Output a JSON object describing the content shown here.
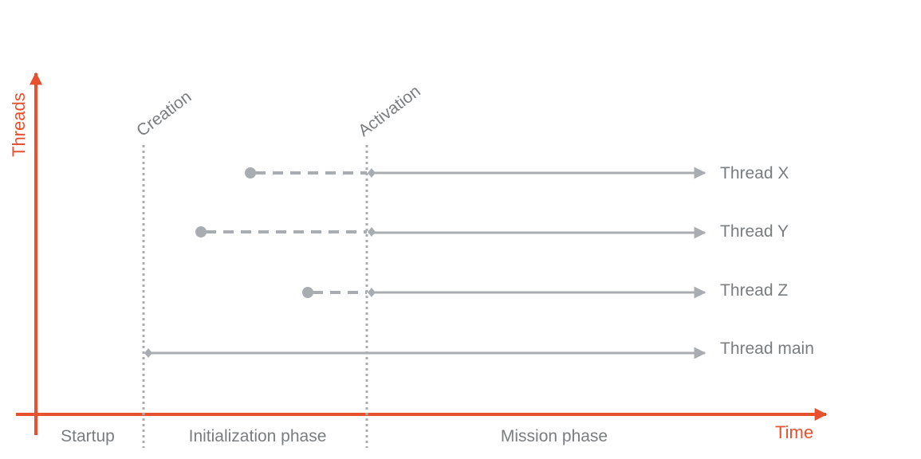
{
  "axes": {
    "y_label": "Threads",
    "x_label": "Time",
    "color": "#e8512f"
  },
  "markers": [
    {
      "id": "creation",
      "label": "Creation"
    },
    {
      "id": "activation",
      "label": "Activation"
    }
  ],
  "phases": [
    {
      "id": "startup",
      "label": "Startup"
    },
    {
      "id": "initialization",
      "label": "Initialization phase"
    },
    {
      "id": "mission",
      "label": "Mission phase"
    }
  ],
  "threads": [
    {
      "id": "x",
      "label": "Thread X",
      "created": true
    },
    {
      "id": "y",
      "label": "Thread Y",
      "created": true
    },
    {
      "id": "z",
      "label": "Thread Z",
      "created": true
    },
    {
      "id": "main",
      "label": "Thread main",
      "created": false
    }
  ],
  "colors": {
    "line": "#a9adb1",
    "text": "#7a7d80",
    "accent": "#e8512f"
  }
}
